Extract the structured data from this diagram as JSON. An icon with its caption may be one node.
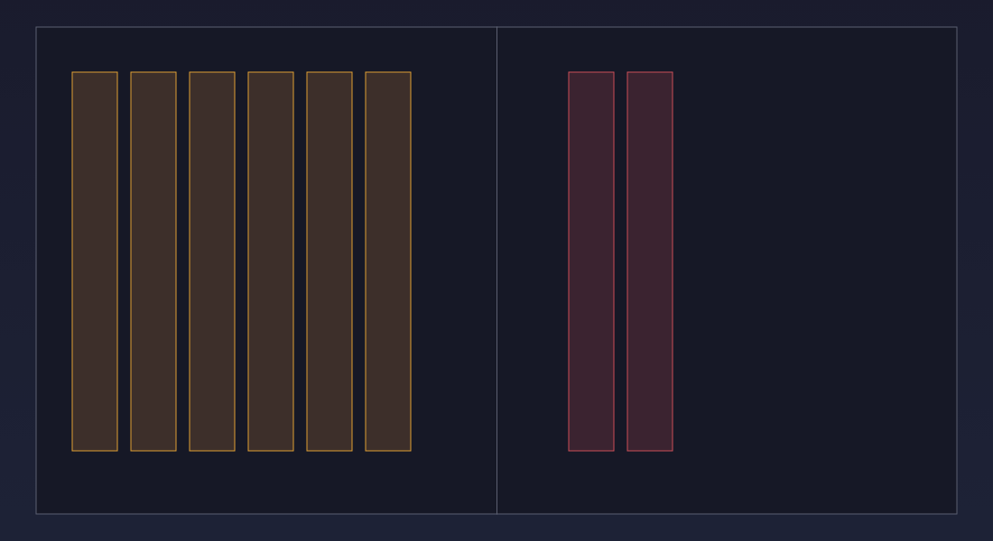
{
  "diagram": {
    "nodes": [
      {
        "text": [],
        "shape": "box"
      },
      {
        "text": [],
        "shape": "bar",
        "in": 0
      },
      {
        "text": [],
        "shape": "bar",
        "in": 0
      },
      {
        "text": [],
        "shape": "bar",
        "in": 0
      },
      {
        "text": [],
        "shape": "bar",
        "in": 0
      },
      {
        "text": [],
        "shape": "bar",
        "in": 0
      },
      {
        "text": [],
        "shape": "bar",
        "in": 0
      },
      {
        "text": [],
        "shape": "box"
      },
      {
        "text": [],
        "shape": "bar",
        "in": 7
      },
      {
        "text": [],
        "shape": "bar",
        "in": 7
      }
    ]
  }
}
